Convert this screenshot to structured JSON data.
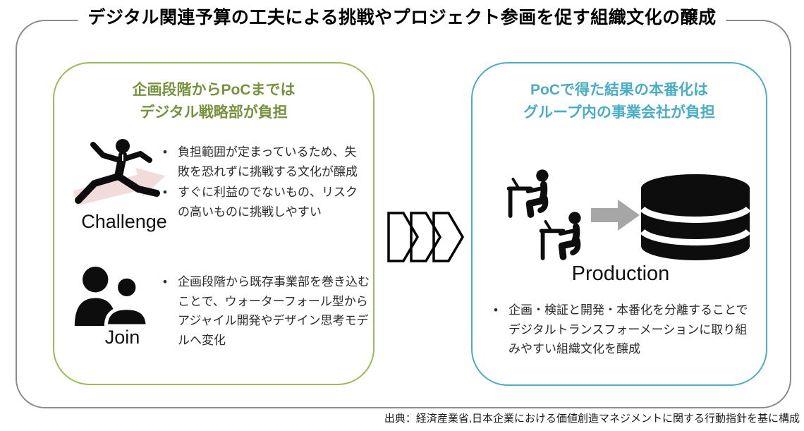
{
  "title": "デジタル関連予算の工夫による挑戦やプロジェクト参画を促す組織文化の醸成",
  "left_panel": {
    "title_line1": "企画段階からPoCまでは",
    "title_line2": "デジタル戦略部が負担",
    "challenge": {
      "label": "Challenge",
      "bullets": [
        "負担範囲が定まっているため、失敗を恐れずに挑戦する文化が醸成",
        "すぐに利益のでないもの、リスクの高いものに挑戦しやすい"
      ]
    },
    "join": {
      "label": "Join",
      "bullets": [
        "企画段階から既存事業部を巻き込むことで、ウォーターフォール型からアジャイル開発やデザイン思考モデルへ変化"
      ]
    }
  },
  "right_panel": {
    "title_line1": "PoCで得た結果の本番化は",
    "title_line2": "グループ内の事業会社が負担",
    "production": {
      "label": "Production"
    },
    "bullets": [
      "企画・検証と開発・本番化を分離することでデジタルトランスフォーメーションに取り組みやすい組織文化を醸成"
    ]
  },
  "source": "出典：経済産業省,日本企業における価値創造マネジメントに関する行動指針を基に構成",
  "colors": {
    "outer_border": "#8c8c8c",
    "left_border": "#9BBB59",
    "left_title": "#76923C",
    "right_border": "#4BACC6",
    "right_title": "#4BACC6",
    "flow_arrow_gray": "#a6a6a6",
    "challenge_arrow_pink": "#f2dcdb",
    "icon_black": "#0d0d0d"
  }
}
